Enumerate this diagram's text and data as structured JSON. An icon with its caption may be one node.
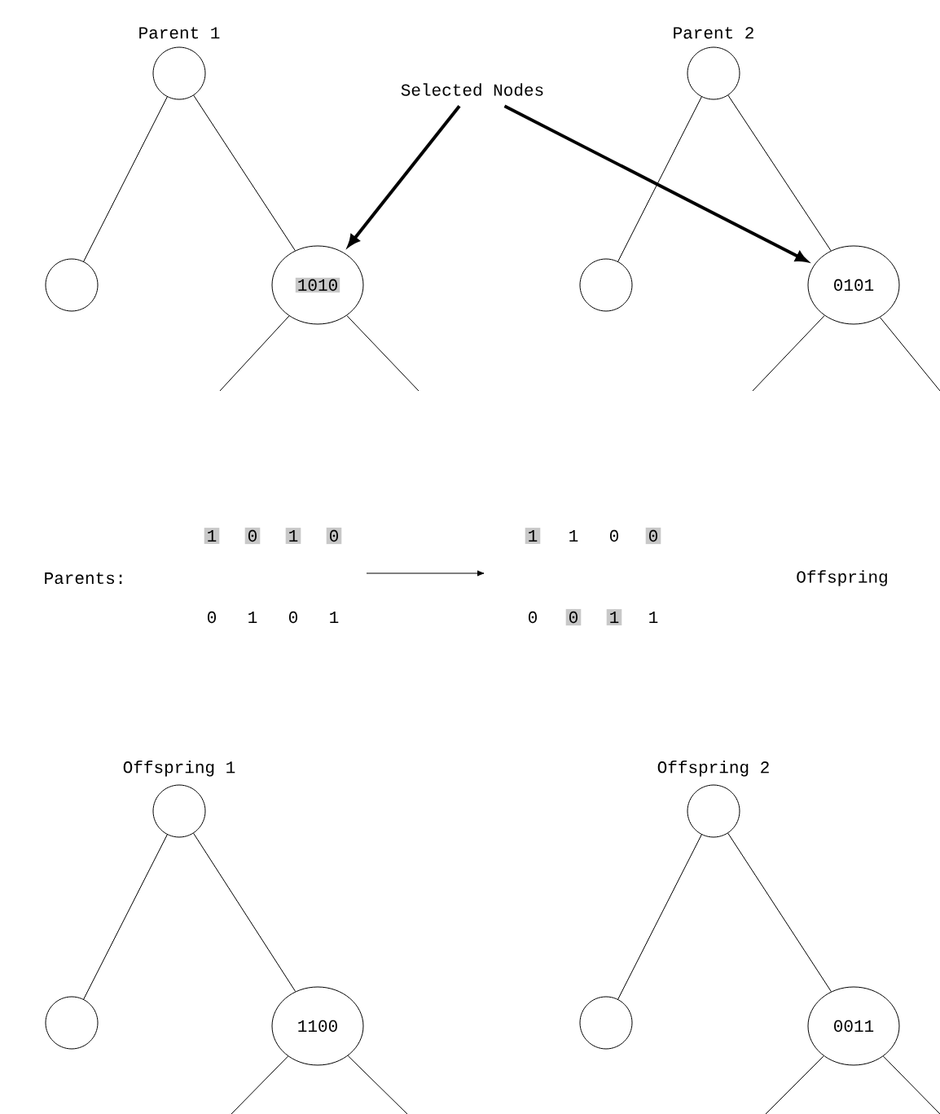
{
  "diagram": {
    "nodes": [
      {
        "text": [],
        "shape": "circle",
        "beside": [
          "Parent 1"
        ]
      },
      {
        "text": [],
        "shape": "circle"
      },
      {
        "text": [
          "1010"
        ]
      },
      {
        "text": [
          "Selected Nodes"
        ]
      },
      {
        "text": [],
        "shape": "circle",
        "beside": [
          "Parent 2"
        ]
      },
      {
        "text": [],
        "shape": "circle"
      },
      {
        "text": [
          "0101"
        ]
      },
      {
        "text": [],
        "shape": "circle",
        "beside": [
          "Offspring 1"
        ]
      },
      {
        "text": [],
        "shape": "circle"
      },
      {
        "text": [
          "1100"
        ]
      },
      {
        "text": [],
        "shape": "circle",
        "beside": [
          "Offspring 2"
        ]
      },
      {
        "text": [],
        "shape": "circle"
      },
      {
        "text": [
          "0011"
        ]
      }
    ],
    "edges": [
      {
        "from": 0,
        "to": 1,
        "arrow": "none"
      },
      {
        "from": 0,
        "to": 2,
        "arrow": "none"
      },
      {
        "from": 2,
        "to": null,
        "arrow": "none"
      },
      {
        "from": 2,
        "to": null,
        "arrow": "none"
      },
      {
        "from": 4,
        "to": 5,
        "arrow": "none"
      },
      {
        "from": 4,
        "to": 6,
        "arrow": "none"
      },
      {
        "from": 6,
        "to": null,
        "arrow": "none"
      },
      {
        "from": 6,
        "to": null,
        "arrow": "none"
      },
      {
        "from": 3,
        "to": 2,
        "arrow": "to",
        "style": "thick"
      },
      {
        "from": 3,
        "to": 6,
        "arrow": "to",
        "style": "thick"
      },
      {
        "from": 7,
        "to": 8,
        "arrow": "none"
      },
      {
        "from": 7,
        "to": 9,
        "arrow": "none"
      },
      {
        "from": 9,
        "to": null,
        "arrow": "none"
      },
      {
        "from": 9,
        "to": null,
        "arrow": "none"
      },
      {
        "from": 10,
        "to": 11,
        "arrow": "none"
      },
      {
        "from": 10,
        "to": 12,
        "arrow": "none"
      },
      {
        "from": 12,
        "to": null,
        "arrow": "none"
      },
      {
        "from": 12,
        "to": null,
        "arrow": "none"
      }
    ],
    "labels": [
      "1",
      "0",
      "1",
      "0",
      "1",
      "1",
      "0",
      "0",
      "Parents:",
      "Offspring",
      "0",
      "1",
      "0",
      "1",
      "0",
      "0",
      "1",
      "1"
    ]
  }
}
